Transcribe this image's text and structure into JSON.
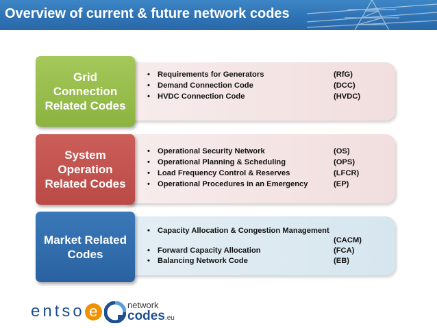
{
  "header": {
    "title": "Overview of current & future network codes"
  },
  "colors": {
    "header_blue": "#2f73b5",
    "grid_green": "#97bd4a",
    "system_red": "#c0504d",
    "market_blue": "#2f6aac",
    "band_pink": "#f4e2e2",
    "band_blue": "#dbe8f0"
  },
  "rows": [
    {
      "label_lines": [
        "Grid",
        "Connection",
        "Related Codes"
      ],
      "items": [
        {
          "bullet": "•",
          "text": "Requirements for Generators",
          "abbr": "(RfG)"
        },
        {
          "bullet": "•",
          "text": "Demand Connection Code",
          "abbr": "(DCC)"
        },
        {
          "bullet": "•",
          "text": "HVDC Connection Code",
          "abbr": "(HVDC)"
        }
      ]
    },
    {
      "label_lines": [
        "System",
        "Operation",
        "Related Codes"
      ],
      "items": [
        {
          "bullet": "•",
          "text": "Operational Security Network",
          "abbr": "(OS)"
        },
        {
          "bullet": "•",
          "text": "Operational Planning & Scheduling",
          "abbr": "(OPS)"
        },
        {
          "bullet": "•",
          "text": "Load Frequency Control & Reserves",
          "abbr": "(LFCR)"
        },
        {
          "bullet": "•",
          "text": "Operational Procedures in an Emergency",
          "abbr": "(EP)"
        }
      ]
    },
    {
      "label_lines": [
        "Market Related",
        "Codes"
      ],
      "items": [
        {
          "bullet": "•",
          "text": "Capacity Allocation & Congestion Management",
          "abbr": ""
        },
        {
          "bullet": "",
          "text": "",
          "abbr": "(CACM)"
        },
        {
          "bullet": "•",
          "text": "Forward Capacity Allocation",
          "abbr": "(FCA)"
        },
        {
          "bullet": "•",
          "text": "Balancing Network Code",
          "abbr": "(EB)"
        }
      ]
    }
  ],
  "logos": {
    "entsoe_prefix": "ents",
    "entsoe_o": "o",
    "entsoe_e": "e",
    "nc_line1": "network",
    "nc_line2": "codes",
    "nc_suffix": ".eu"
  }
}
